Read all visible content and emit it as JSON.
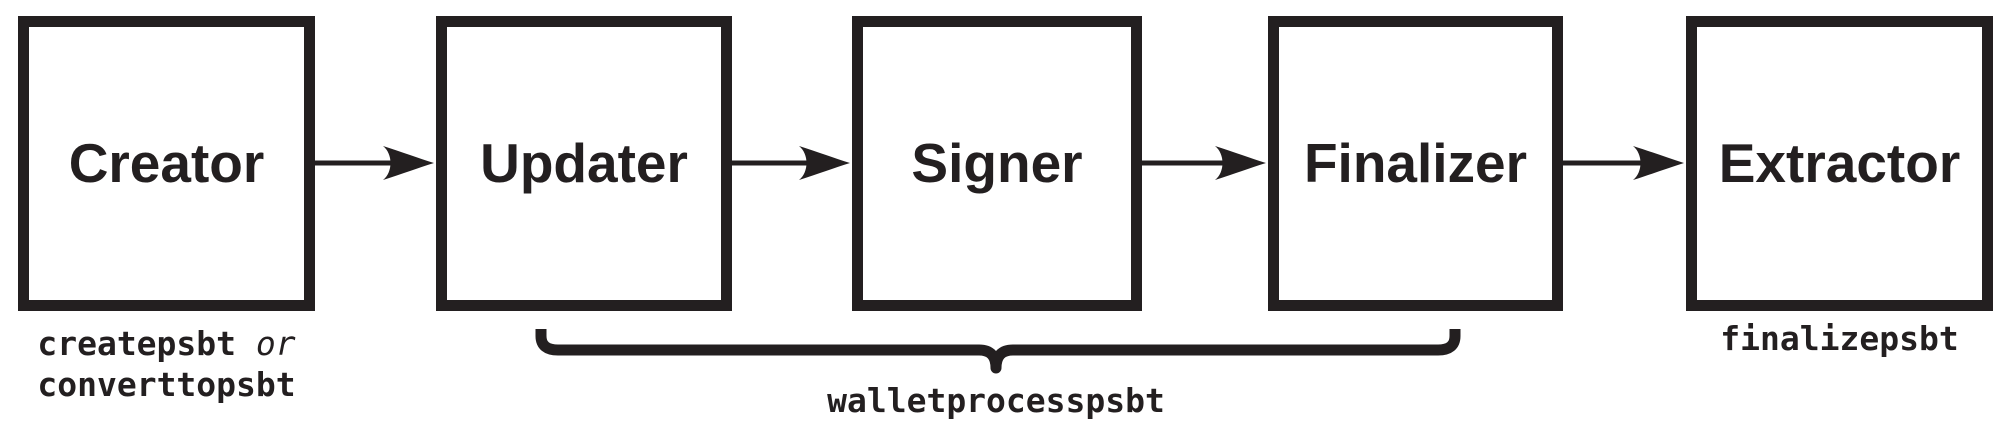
{
  "diagram": {
    "background_color": "#ffffff",
    "ink_color": "#231f20",
    "boxes": [
      {
        "label": "Creator"
      },
      {
        "label": "Updater"
      },
      {
        "label": "Signer"
      },
      {
        "label": "Finalizer"
      },
      {
        "label": "Extractor"
      }
    ],
    "connections": [
      {
        "from": "Creator",
        "to": "Updater"
      },
      {
        "from": "Updater",
        "to": "Signer"
      },
      {
        "from": "Signer",
        "to": "Finalizer"
      },
      {
        "from": "Finalizer",
        "to": "Extractor"
      }
    ],
    "captions": {
      "creator": {
        "command1": "createpsbt",
        "conjunction": "or",
        "command2": "converttopsbt"
      },
      "brace": {
        "label": "walletprocesspsbt",
        "spans": [
          "Updater",
          "Signer",
          "Finalizer"
        ]
      },
      "extractor": {
        "command": "finalizepsbt"
      }
    }
  }
}
